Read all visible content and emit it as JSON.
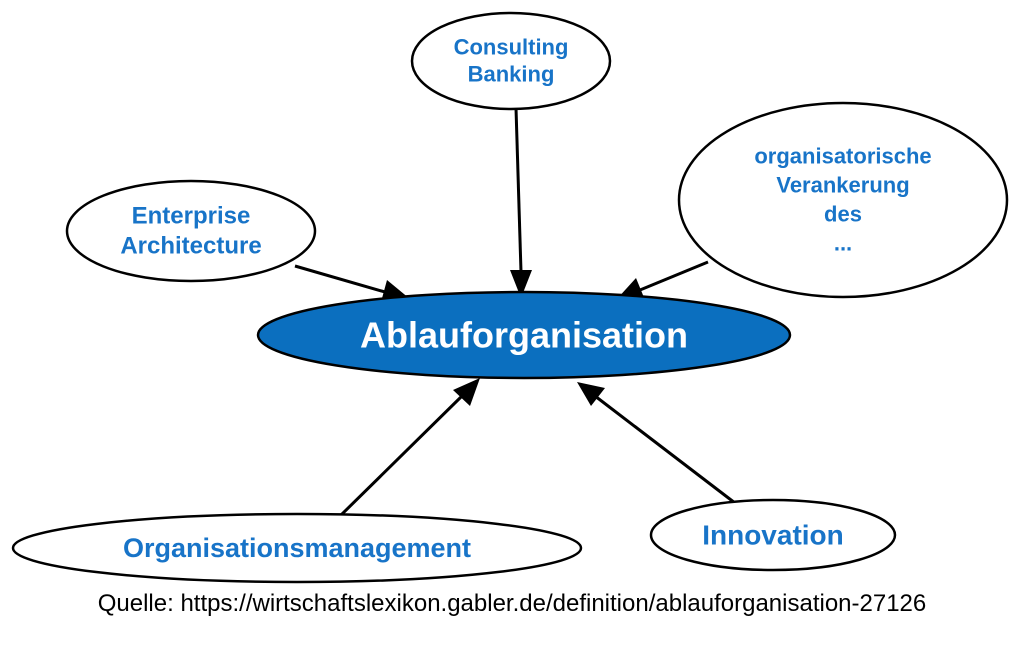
{
  "colors": {
    "center_fill": "#0b6fbf",
    "center_text": "#ffffff",
    "node_text": "#1874c8",
    "source_text": "#000000"
  },
  "center": {
    "label": "Ablauforganisation"
  },
  "nodes": [
    {
      "id": "consulting",
      "lines": [
        "Consulting",
        "Banking"
      ]
    },
    {
      "id": "enterprise",
      "lines": [
        "Enterprise",
        "Architecture"
      ]
    },
    {
      "id": "verankerung",
      "lines": [
        "organisatorische",
        "Verankerung",
        "des",
        "..."
      ]
    },
    {
      "id": "orgmanagement",
      "lines": [
        "Organisationsmanagement"
      ]
    },
    {
      "id": "innovation",
      "lines": [
        "Innovation"
      ]
    }
  ],
  "source": {
    "text": "Quelle: https://wirtschaftslexikon.gabler.de/definition/ablauforganisation-27126"
  }
}
